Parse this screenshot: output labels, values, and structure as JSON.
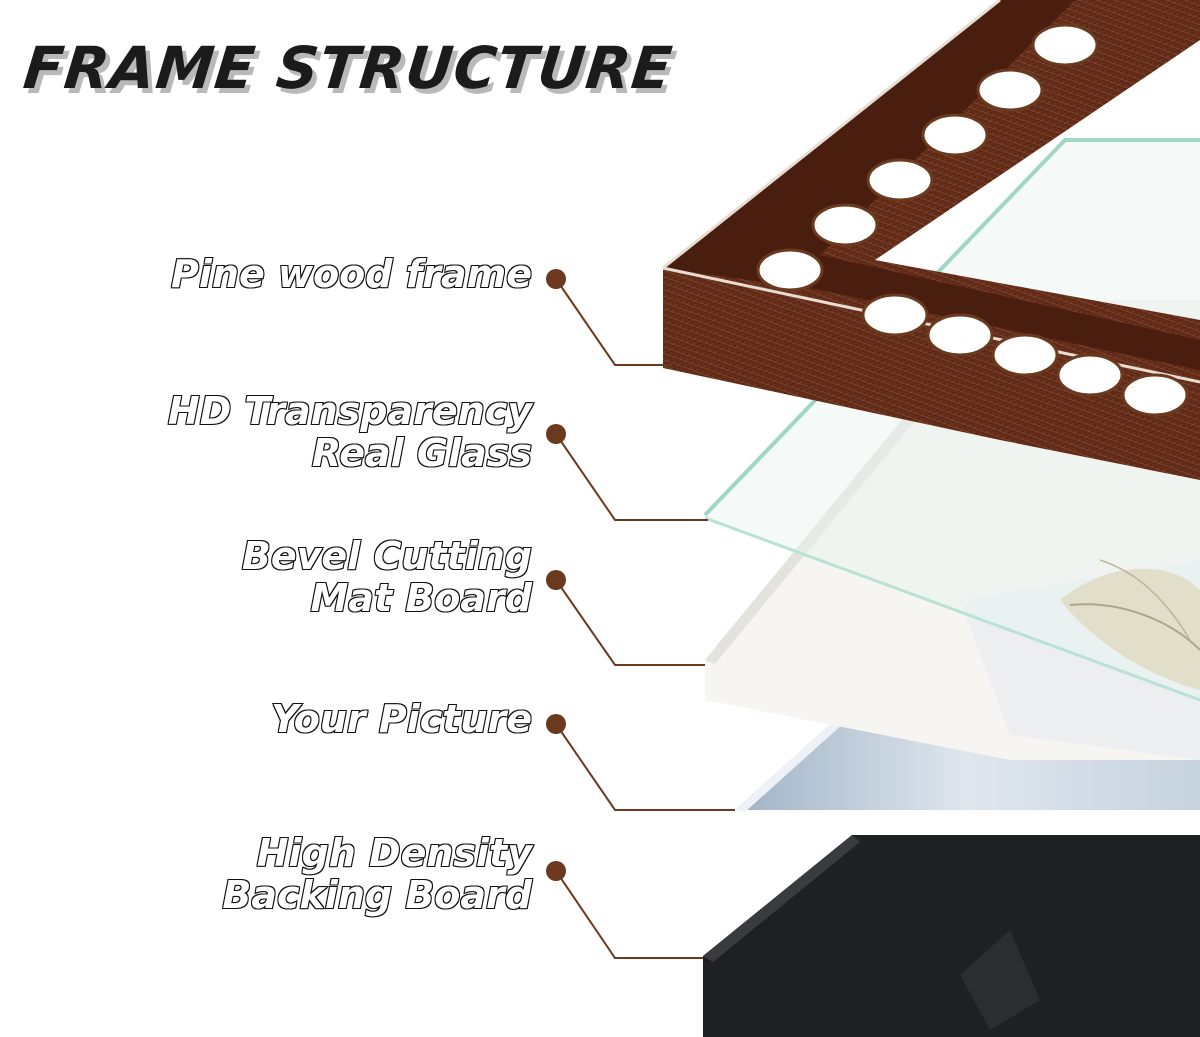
{
  "title": "FRAME STRUCTURE",
  "colors": {
    "leader": "#6b3a1e",
    "dot": "#6b3a1e",
    "frame_wood": "#5e2a16",
    "glass_edge": "#9fd6c4",
    "mat": "#f6f5f1",
    "picture": "#c9d6e2",
    "backing": "#1e1f22"
  },
  "layers": [
    {
      "lines": [
        "Pine wood frame"
      ],
      "icon": "frame-corner-icon"
    },
    {
      "lines": [
        "HD Transparency",
        "Real Glass"
      ],
      "icon": "glass-pane-icon"
    },
    {
      "lines": [
        "Bevel Cutting",
        "Mat Board"
      ],
      "icon": "mat-board-icon"
    },
    {
      "lines": [
        "Your Picture"
      ],
      "icon": "picture-print-icon"
    },
    {
      "lines": [
        "High Density",
        "Backing Board"
      ],
      "icon": "backing-board-icon"
    }
  ]
}
